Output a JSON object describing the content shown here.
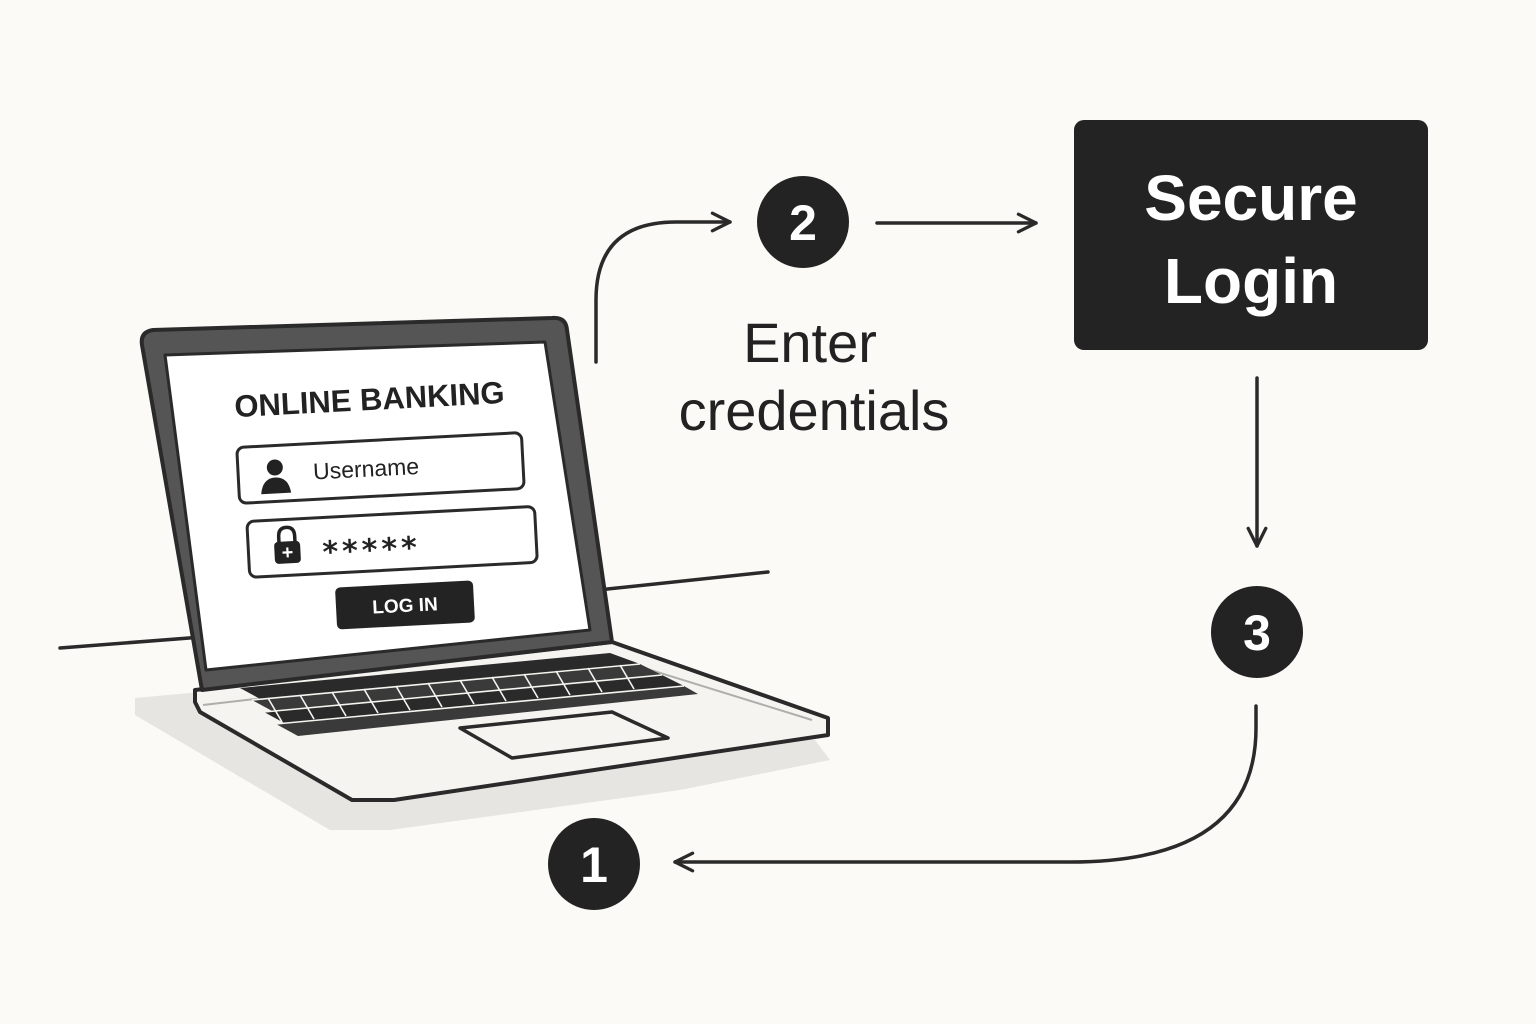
{
  "laptop": {
    "screen_title": "ONLINE BANKING",
    "username_placeholder": "Username",
    "password_value": "*****",
    "login_button": "LOG IN",
    "user_icon": "user-icon",
    "lock_icon": "lock-icon"
  },
  "steps": {
    "one": "1",
    "two": "2",
    "three": "3"
  },
  "caption": {
    "line1": "Enter",
    "line2": "credentials"
  },
  "secure_box": {
    "line1": "Secure",
    "line2": "Login"
  },
  "colors": {
    "background": "#fbfaf6",
    "dark": "#232323",
    "stroke": "#2a2a2a"
  }
}
